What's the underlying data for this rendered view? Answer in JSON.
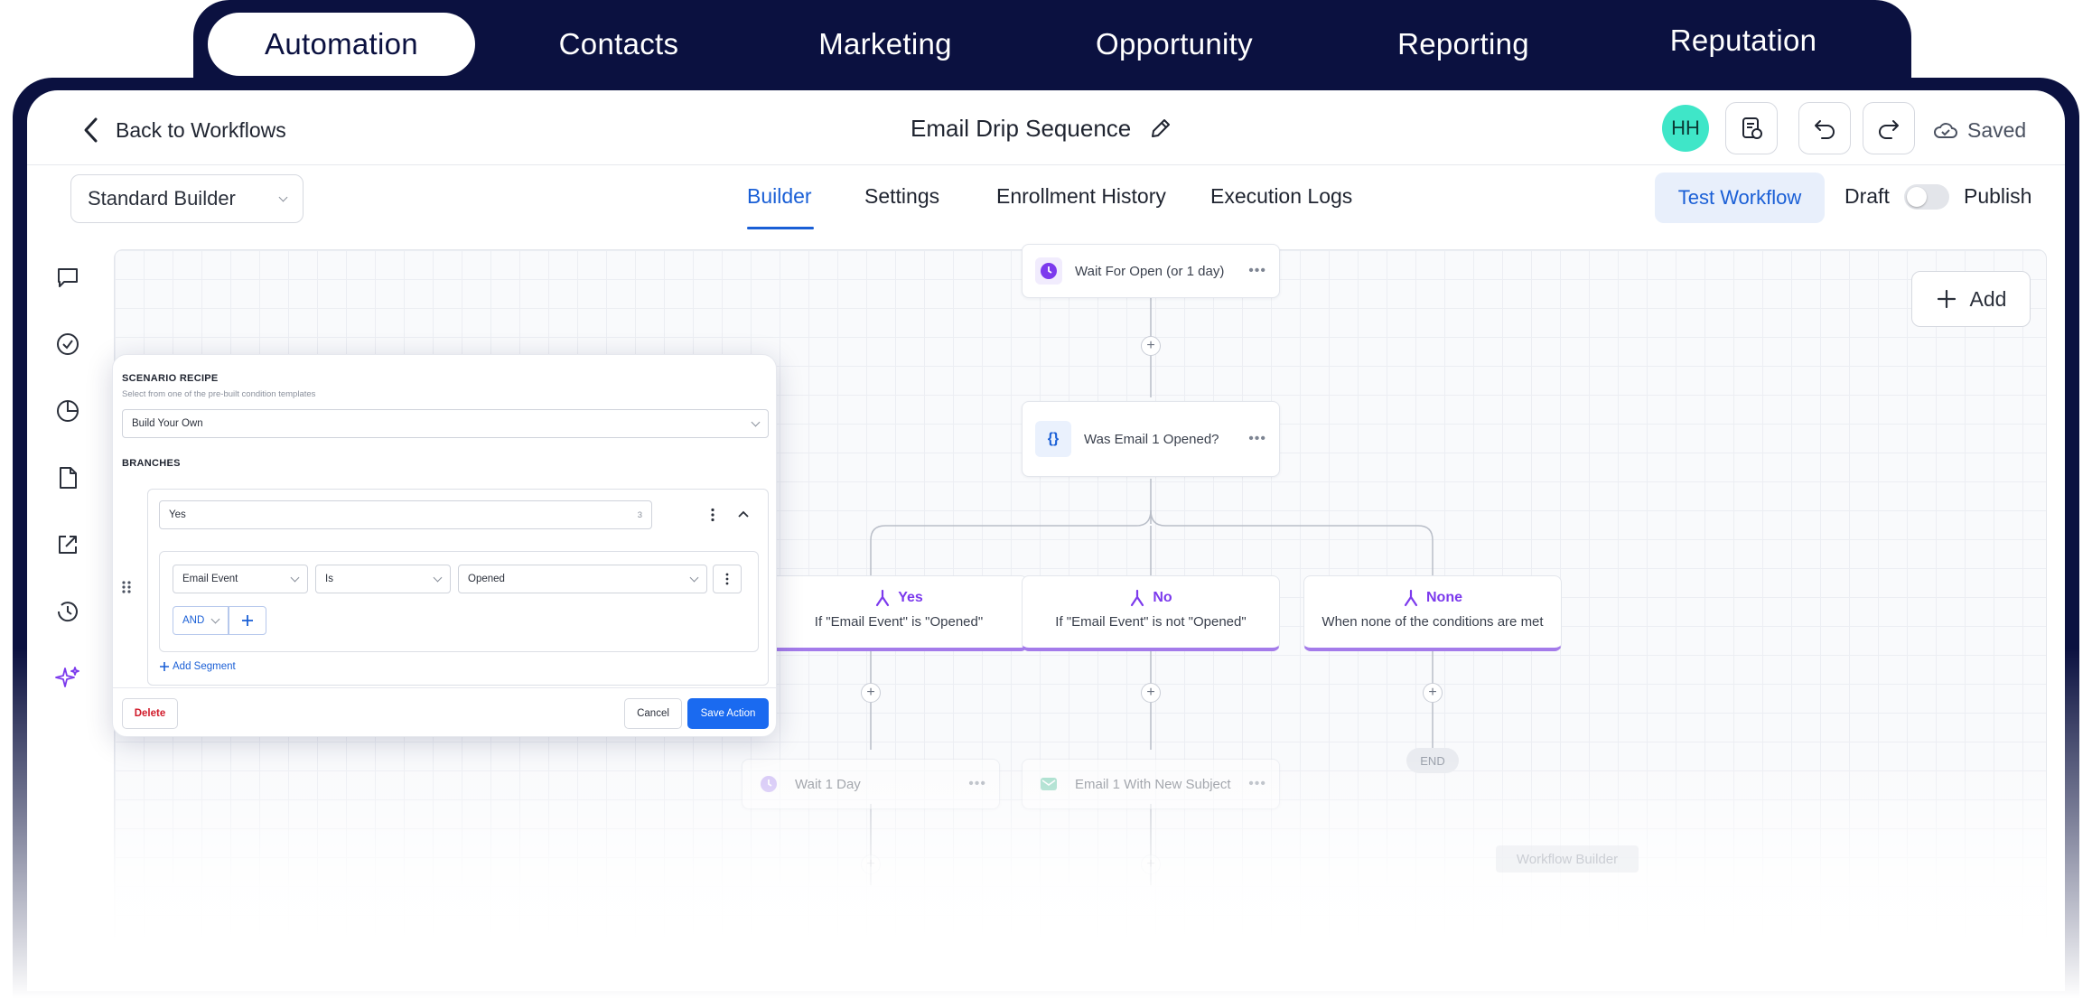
{
  "top_nav": {
    "tabs": [
      {
        "label": "Automation",
        "active": true
      },
      {
        "label": "Contacts"
      },
      {
        "label": "Marketing"
      },
      {
        "label": "Opportunity"
      },
      {
        "label": "Reporting"
      },
      {
        "label": "Reputation"
      }
    ]
  },
  "header": {
    "back_label": "Back to Workflows",
    "title": "Email Drip Sequence",
    "avatar_initials": "HH",
    "saved_label": "Saved"
  },
  "toolbar": {
    "builder_mode": "Standard Builder",
    "tabs": [
      {
        "label": "Builder",
        "active": true
      },
      {
        "label": "Settings"
      },
      {
        "label": "Enrollment History"
      },
      {
        "label": "Execution Logs"
      }
    ],
    "test_button": "Test Workflow",
    "draft_label": "Draft",
    "publish_label": "Publish",
    "publish_enabled": false
  },
  "canvas": {
    "add_button": "Add",
    "nodes": {
      "wait_open": "Wait For Open (or 1 day)",
      "condition": "Was Email 1 Opened?",
      "wait_day": "Wait 1 Day",
      "email_subject": "Email 1 With New Subject"
    },
    "branches": [
      {
        "title": "Yes",
        "subtitle": "If \"Email Event\" is \"Opened\""
      },
      {
        "title": "No",
        "subtitle": "If \"Email Event\" is not \"Opened\""
      },
      {
        "title": "None",
        "subtitle": "When none of the conditions are met"
      }
    ],
    "end_label": "END",
    "footer_label": "Workflow Builder"
  },
  "panel": {
    "recipe_label": "SCENARIO RECIPE",
    "recipe_help": "Select from one of the pre-built condition templates",
    "recipe_value": "Build Your Own",
    "branches_label": "BRANCHES",
    "branch_name": "Yes",
    "branch_count": "3",
    "condition": {
      "field": "Email Event",
      "operator": "Is",
      "value": "Opened"
    },
    "and_label": "AND",
    "add_segment": "Add Segment",
    "delete_button": "Delete",
    "cancel_button": "Cancel",
    "save_button": "Save Action"
  },
  "colors": {
    "navy": "#0b1140",
    "accent_blue": "#1a5fd6",
    "purple": "#7c3aed",
    "avatar_teal": "#3fe6c8",
    "delete_red": "#d11a2a"
  }
}
